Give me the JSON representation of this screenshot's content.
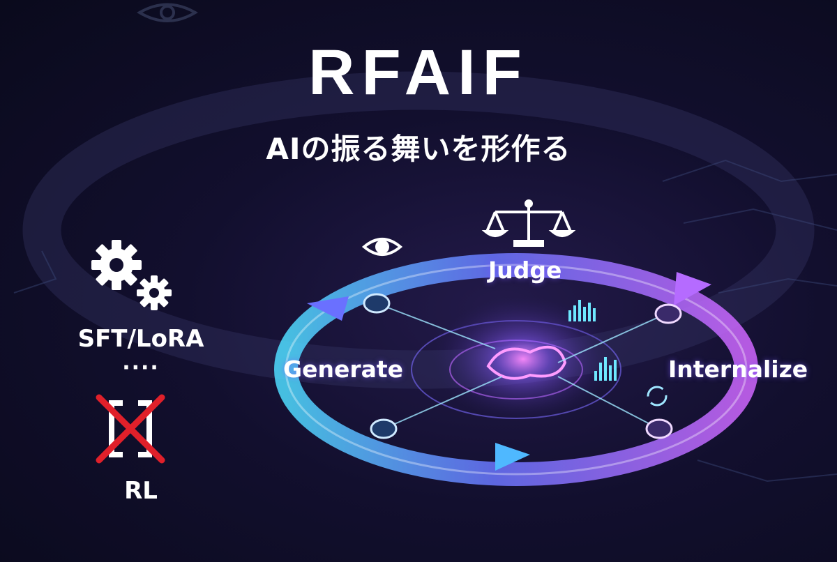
{
  "header": {
    "title": "RFAIF",
    "subtitle": "AIの振る舞いを形作る"
  },
  "left_panel": {
    "gears_icon": "gears-icon",
    "method_label": "SFT/LoRA",
    "ellipsis": "····",
    "crossed_icon": "crossed-bracket-icon",
    "rl_label": "RL"
  },
  "cycle": {
    "judge": "Judge",
    "generate": "Generate",
    "internalize": "Internalize",
    "icons": [
      "scale-icon",
      "eye-icon",
      "bar-chart-icon",
      "refresh-icon"
    ]
  },
  "colors": {
    "background": "#120f2e",
    "ring_cyan": "#46d9ff",
    "ring_blue": "#5b6dff",
    "ring_purple": "#c560ff",
    "cross_red": "#e0202a"
  }
}
